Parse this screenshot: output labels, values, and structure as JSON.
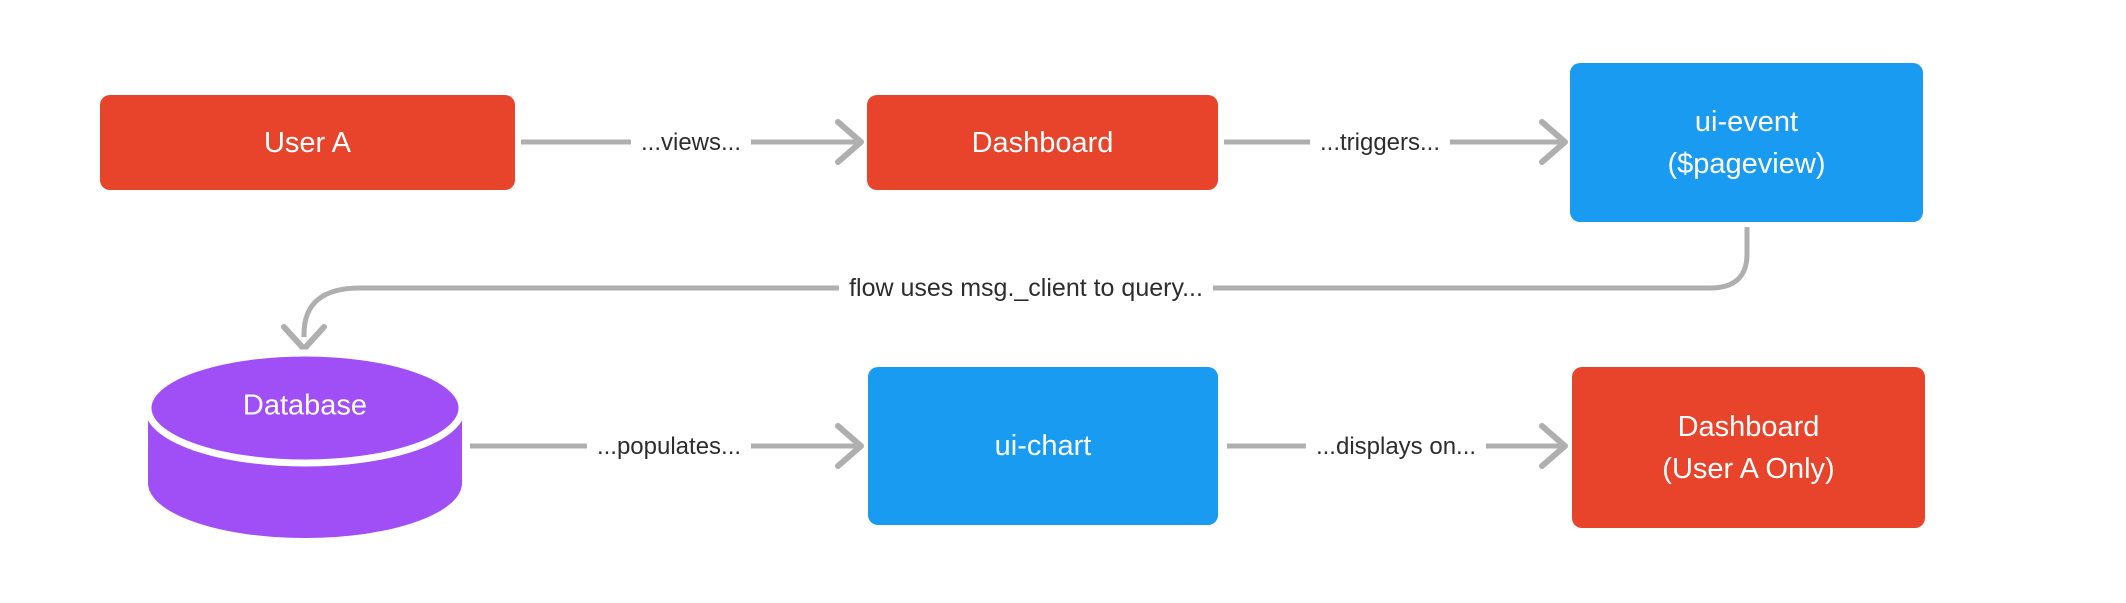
{
  "diagram": {
    "type": "flow-diagram",
    "background": "#FFFFFF"
  },
  "colors": {
    "orange": "#E8432B",
    "blue": "#199BF2",
    "purple": "#9F4FF5",
    "connector": "#AFAFAF",
    "labeltext": "#2D2D2D",
    "nodetext": "#FFFFFF"
  },
  "nodes": {
    "user_a": {
      "label": "User A",
      "shape": "rect",
      "color": "#E8432B"
    },
    "dashboard": {
      "label": "Dashboard",
      "shape": "rect",
      "color": "#E8432B"
    },
    "ui_event": {
      "line1": "ui-event",
      "line2": "($pageview)",
      "shape": "rect",
      "color": "#199BF2"
    },
    "database": {
      "label": "Database",
      "shape": "cylinder",
      "color": "#9F4FF5"
    },
    "ui_chart": {
      "label": "ui-chart",
      "shape": "rect",
      "color": "#199BF2"
    },
    "dashboard_user_a": {
      "line1": "Dashboard",
      "line2": "(User A Only)",
      "shape": "rect",
      "color": "#E8432B"
    }
  },
  "edges": {
    "views": {
      "label": "...views...",
      "from": "user_a",
      "to": "dashboard"
    },
    "triggers": {
      "label": "...triggers...",
      "from": "dashboard",
      "to": "ui_event"
    },
    "query": {
      "label": "flow uses msg._client to query...",
      "from": "ui_event",
      "to": "database"
    },
    "populates": {
      "label": "...populates...",
      "from": "database",
      "to": "ui_chart"
    },
    "displays": {
      "label": "...displays on...",
      "from": "ui_chart",
      "to": "dashboard_user_a"
    }
  }
}
